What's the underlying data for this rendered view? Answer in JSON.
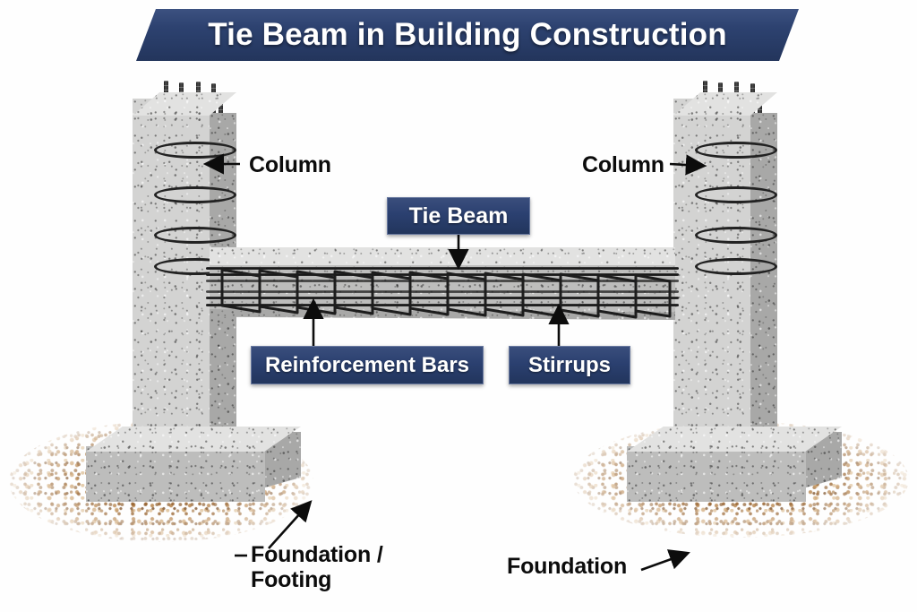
{
  "title_banner": {
    "text": "Tie Beam in Building Construction",
    "background_color": "#2b4070",
    "text_color": "#ffffff"
  },
  "diagram": {
    "subject": "tie-beam-between-two-columns-on-footings",
    "background_color": "#ffffff",
    "concrete_color": "#c9c9c9",
    "rebar_color": "#1d1d1d",
    "soil_color": "#a8702f"
  },
  "labels": {
    "column_left": "Column",
    "column_right": "Column",
    "tie_beam": "Tie Beam",
    "reinforcement_bars": "Reinforcement Bars",
    "stirrups": "Stirrups",
    "foundation_footing_line1": "Foundation /",
    "foundation_footing_line2": "Footing",
    "foundation_right": "Foundation"
  },
  "badge_style": {
    "fill": "#2b4070",
    "border": "#6a7aa0",
    "text_color": "#ffffff"
  }
}
